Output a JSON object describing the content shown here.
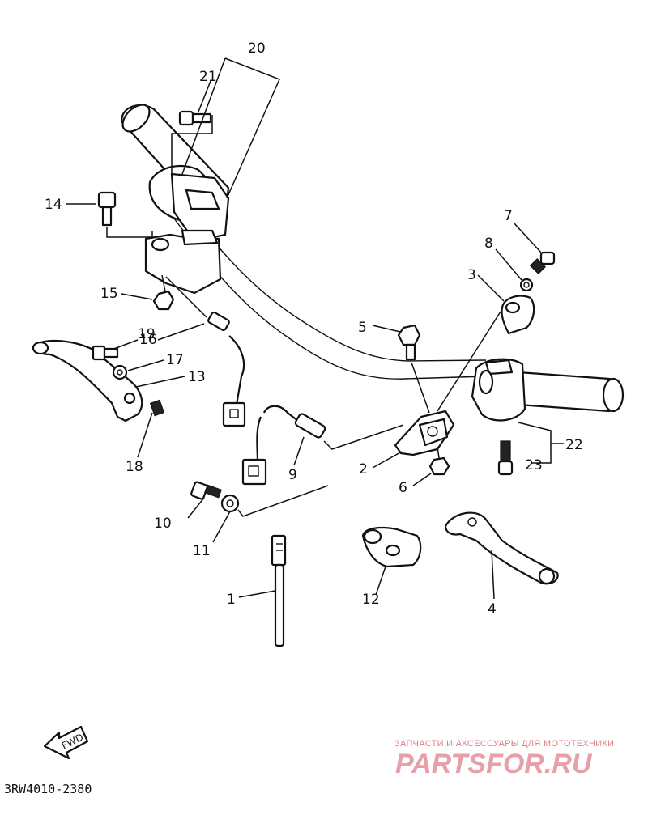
{
  "diagram": {
    "code": "3RW4010-2380",
    "fwd_label": "FWD",
    "watermark": {
      "tagline": "ЗАПЧАСТИ И АКСЕССУАРЫ ДЛЯ МОТОТЕХНИКИ",
      "brand": "PARTSFOR.RU"
    },
    "callouts": {
      "c1": "1",
      "c2": "2",
      "c3": "3",
      "c4": "4",
      "c5": "5",
      "c6": "6",
      "c7": "7",
      "c8": "8",
      "c9": "9",
      "c10": "10",
      "c11": "11",
      "c12": "12",
      "c13": "13",
      "c14": "14",
      "c15": "15",
      "c16": "16",
      "c17": "17",
      "c18": "18",
      "c19": "19",
      "c20": "20",
      "c21": "21",
      "c22": "22",
      "c23": "23"
    }
  }
}
